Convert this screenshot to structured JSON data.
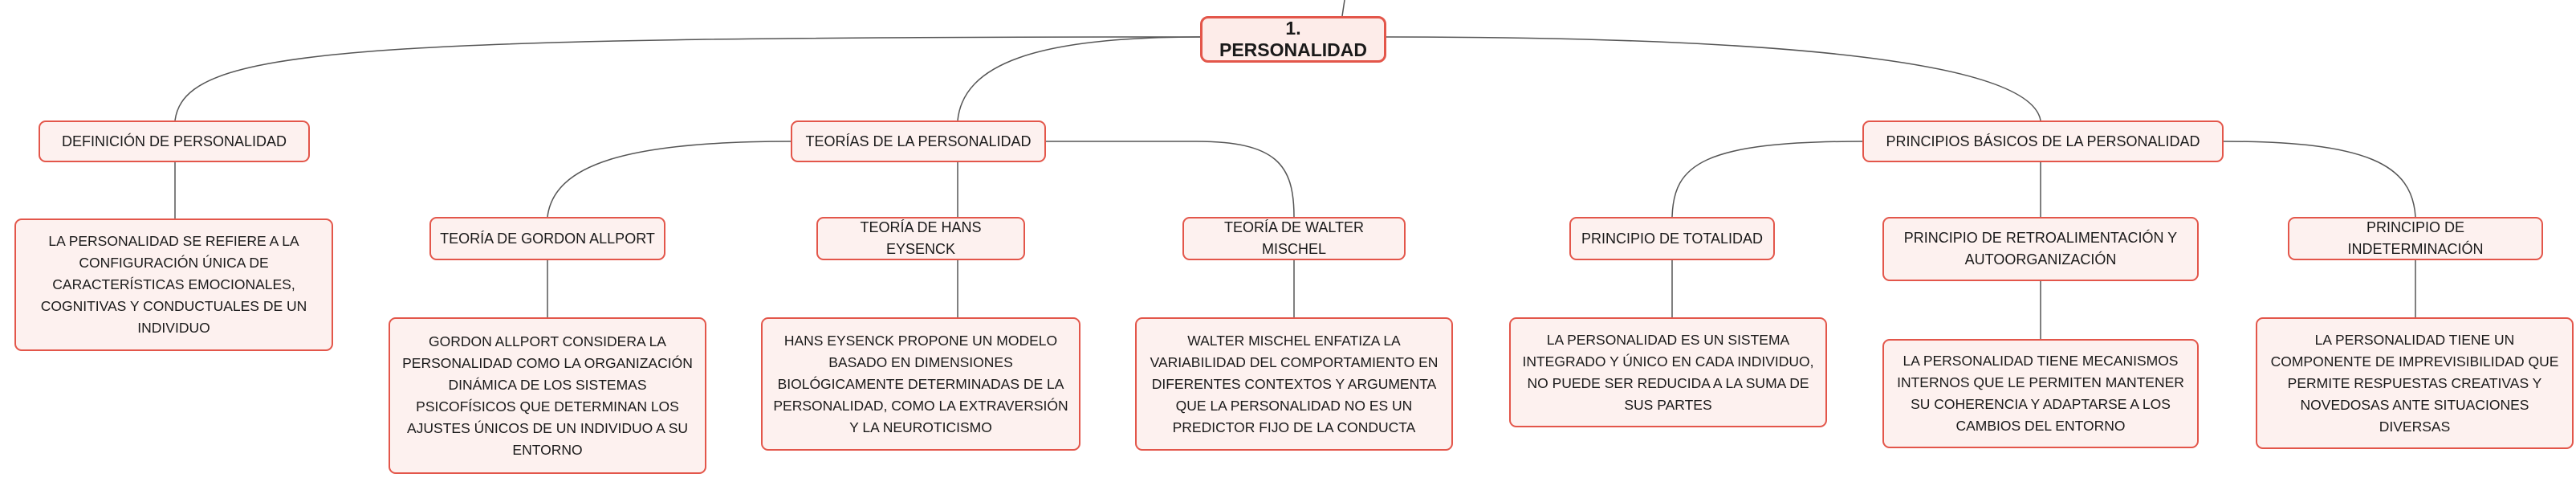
{
  "diagram": {
    "root": "1. PERSONALIDAD",
    "branches": {
      "definicion": {
        "label": "DEFINICIÓN DE PERSONALIDAD",
        "text": "LA PERSONALIDAD SE REFIERE A LA CONFIGURACIÓN ÚNICA DE CARACTERÍSTICAS EMOCIONALES, COGNITIVAS Y CONDUCTUALES DE UN INDIVIDUO"
      },
      "teorias": {
        "label": "TEORÍAS DE LA PERSONALIDAD",
        "allport": {
          "label": "TEORÍA DE GORDON ALLPORT",
          "text": "GORDON ALLPORT CONSIDERA LA PERSONALIDAD COMO LA ORGANIZACIÓN DINÁMICA DE LOS SISTEMAS PSICOFÍSICOS QUE DETERMINAN LOS AJUSTES ÚNICOS DE UN INDIVIDUO A SU ENTORNO"
        },
        "eysenck": {
          "label": "TEORÍA DE HANS EYSENCK",
          "text": "HANS EYSENCK PROPONE UN MODELO BASADO EN DIMENSIONES BIOLÓGICAMENTE DETERMINADAS DE LA PERSONALIDAD, COMO LA EXTRAVERSIÓN Y LA NEUROTICISMO"
        },
        "mischel": {
          "label": "TEORÍA DE WALTER MISCHEL",
          "text": "WALTER MISCHEL ENFATIZA LA VARIABILIDAD DEL COMPORTAMIENTO EN DIFERENTES CONTEXTOS Y ARGUMENTA QUE LA PERSONALIDAD NO ES UN PREDICTOR FIJO DE LA CONDUCTA"
        }
      },
      "principios": {
        "label": "PRINCIPIOS BÁSICOS DE LA PERSONALIDAD",
        "totalidad": {
          "label": "PRINCIPIO DE TOTALIDAD",
          "text": "LA PERSONALIDAD ES UN SISTEMA INTEGRADO Y ÚNICO EN CADA INDIVIDUO, NO PUEDE SER REDUCIDA A LA SUMA DE SUS PARTES"
        },
        "retro": {
          "label": "PRINCIPIO DE RETROALIMENTACIÓN Y AUTOORGANIZACIÓN",
          "text": "LA PERSONALIDAD TIENE MECANISMOS INTERNOS QUE LE PERMITEN MANTENER SU COHERENCIA Y ADAPTARSE A LOS CAMBIOS DEL ENTORNO"
        },
        "indeterminacion": {
          "label": "PRINCIPIO DE INDETERMINACIÓN",
          "text": "LA PERSONALIDAD TIENE UN COMPONENTE DE IMPREVISIBILIDAD QUE PERMITE RESPUESTAS CREATIVAS Y NOVEDOSAS ANTE SITUACIONES DIVERSAS"
        }
      }
    }
  }
}
